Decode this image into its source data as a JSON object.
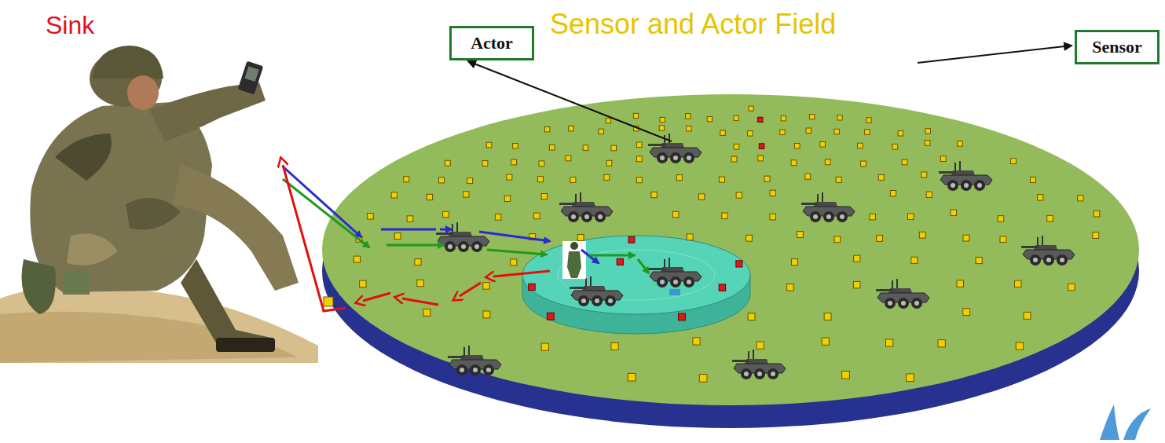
{
  "diagram": {
    "nodes": [
      {
        "text": [
          "Actor"
        ]
      },
      {
        "text": [
          "Sensor"
        ]
      }
    ],
    "labels": [
      "Sink",
      "Sensor and Actor Field"
    ]
  }
}
